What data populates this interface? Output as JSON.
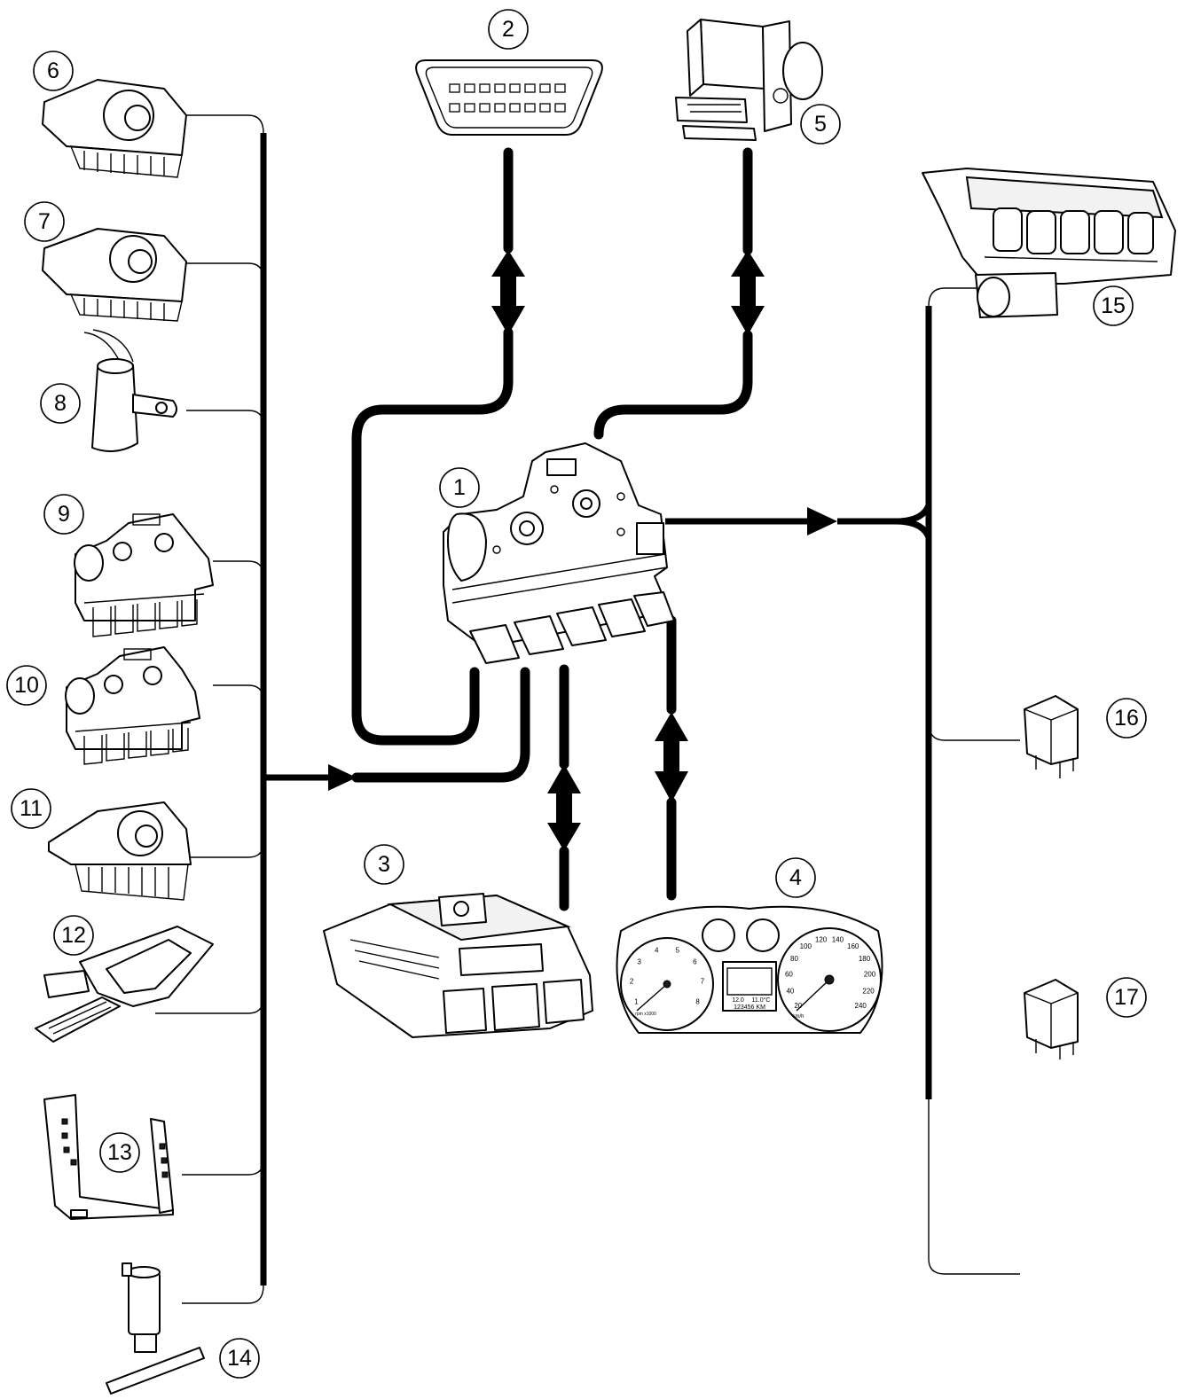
{
  "diagram": {
    "component_numbers": [
      "1",
      "2",
      "3",
      "4",
      "5",
      "6",
      "7",
      "8",
      "9",
      "10",
      "11",
      "12",
      "13",
      "14",
      "15",
      "16",
      "17"
    ],
    "icons": {
      "c1": "control-module-icon",
      "c2": "diagnostic-connector-icon",
      "c3": "engine-ecu-icon",
      "c4": "instrument-cluster-icon",
      "c5": "abs-unit-icon",
      "c6": "gear-actuator-icon",
      "c7": "gear-actuator-icon",
      "c8": "speed-sensor-icon",
      "c9": "selector-module-icon",
      "c10": "selector-module-icon",
      "c11": "gear-actuator-icon",
      "c12": "accelerator-pedal-icon",
      "c13": "position-sensor-board-icon",
      "c14": "pressure-switch-icon",
      "c15": "hydraulic-valve-block-icon",
      "c16": "relay-icon",
      "c17": "relay-icon"
    },
    "cluster": {
      "odometer": "123456 KM",
      "temp_left": "12.0",
      "temp_right": "11.0°C",
      "speed_ticks": [
        "20",
        "40",
        "60",
        "80",
        "100",
        "120",
        "140",
        "160",
        "180",
        "200",
        "220",
        "240"
      ],
      "rpm_ticks": [
        "1",
        "2",
        "3",
        "4",
        "5",
        "6",
        "7",
        "8"
      ],
      "rpm_unit": "rpm x1000",
      "speed_unit": "km/h"
    }
  }
}
